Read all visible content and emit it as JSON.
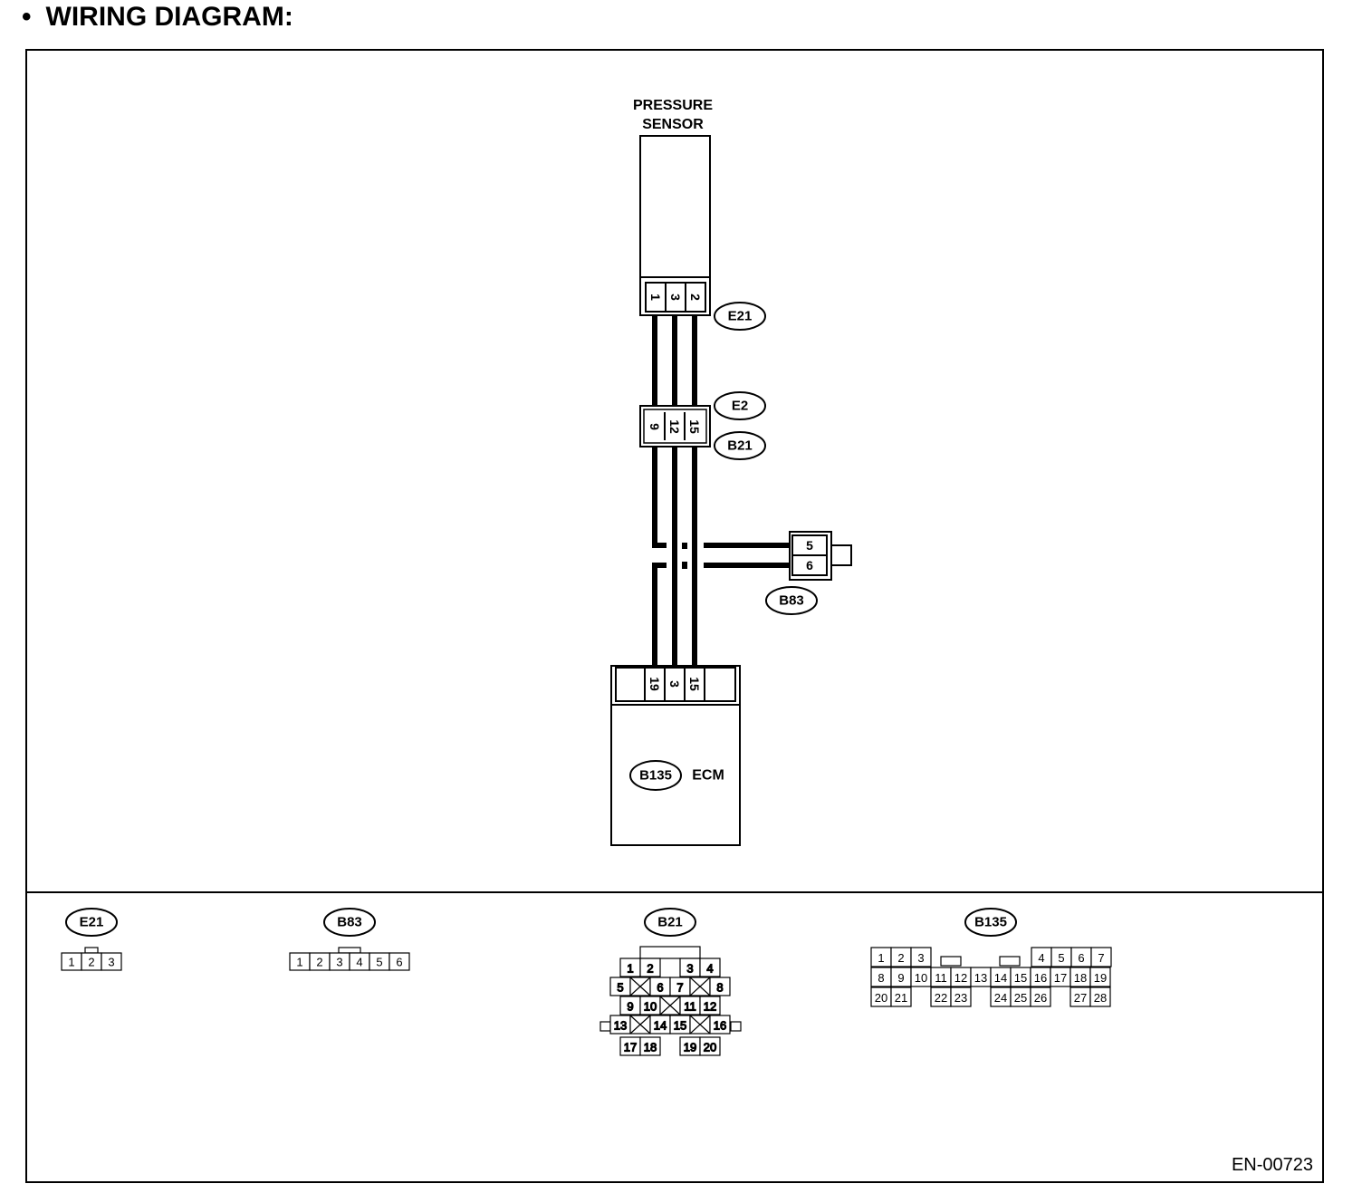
{
  "header": {
    "bullet": "•",
    "title": "WIRING DIAGRAM:"
  },
  "components": {
    "pressure_sensor": [
      "PRESSURE",
      "SENSOR"
    ],
    "ecm": "ECM"
  },
  "connectors": {
    "e21": {
      "label": "E21",
      "pins": [
        "1",
        "3",
        "2"
      ]
    },
    "e2_b21": {
      "label_top": "E2",
      "label_bottom": "B21",
      "pins": [
        "9",
        "12",
        "15"
      ]
    },
    "b83": {
      "label": "B83",
      "pins": [
        "5",
        "6"
      ]
    },
    "b135": {
      "label": "B135",
      "pins": [
        "19",
        "3",
        "15"
      ]
    }
  },
  "connector_faces": {
    "e21": {
      "label": "E21",
      "pins": [
        "1",
        "2",
        "3"
      ]
    },
    "b83": {
      "label": "B83",
      "pins": [
        "1",
        "2",
        "3",
        "4",
        "5",
        "6"
      ]
    },
    "b21": {
      "label": "B21",
      "rows": [
        [
          "1",
          "2",
          "",
          "3",
          "4"
        ],
        [
          "5",
          "X",
          "6",
          "7",
          "X",
          "8"
        ],
        [
          "9",
          "10",
          "X",
          "11",
          "12"
        ],
        [
          "13",
          "X",
          "14",
          "15",
          "X",
          "16"
        ],
        [
          "17",
          "18",
          "",
          "19",
          "20"
        ]
      ]
    },
    "b135": {
      "label": "B135",
      "rows": [
        [
          "1",
          "2",
          "3",
          "",
          "",
          "",
          "",
          "",
          "",
          "4",
          "5",
          "6",
          "7"
        ],
        [
          "8",
          "9",
          "10",
          "11",
          "12",
          "13",
          "14",
          "15",
          "16",
          "17",
          "18",
          "19"
        ],
        [
          "20",
          "21",
          "",
          "22",
          "23",
          "",
          "24",
          "25",
          "26",
          "",
          "27",
          "28"
        ]
      ]
    }
  },
  "footer": {
    "code": "EN-00723"
  }
}
